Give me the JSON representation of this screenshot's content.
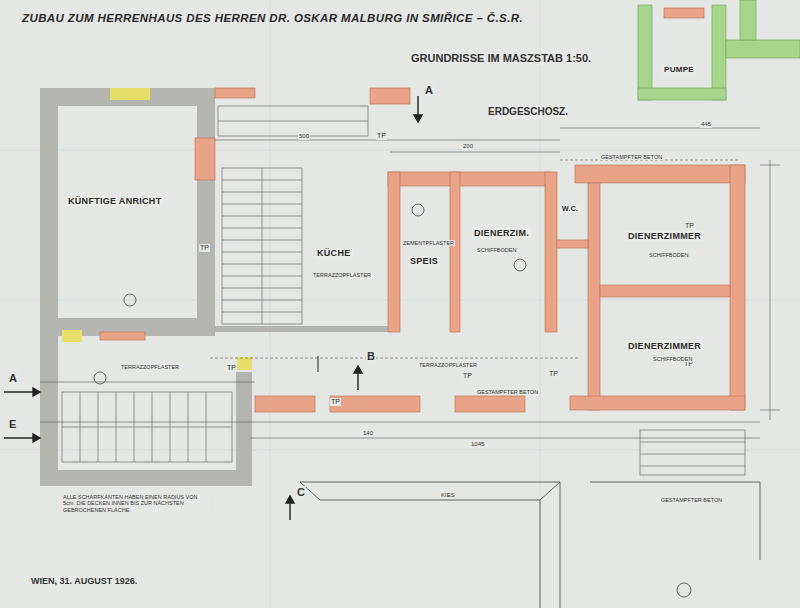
{
  "diagram": {
    "title": "ZUBAU ZUM HERRENHAUS DES HERREN DR. OSKAR MALBURG IN SMIŘICE – Č.S.R.",
    "nodes": [
      {
        "text": [
          "KÜNFTIGE ANRICHT"
        ]
      },
      {
        "text": [
          "KÜCHE"
        ]
      },
      {
        "text": [
          "SPEIS"
        ]
      },
      {
        "text": [
          "DIENERZIM."
        ]
      },
      {
        "text": [
          "W.C."
        ]
      },
      {
        "text": [
          "DIENERZIMMER"
        ]
      },
      {
        "text": [
          "DIENERZIMMER"
        ]
      },
      {
        "text": [
          "PUMPE"
        ]
      }
    ],
    "labels": [
      "GRUNDRISSE IM MASZSTAB 1:50.",
      "ERDGESCHOSZ.",
      "A",
      "A",
      "B",
      "C",
      "E",
      "TP",
      "TP",
      "TP",
      "TP",
      "TP",
      "TP",
      "TP",
      "TP",
      "TERRAZZOPFLASTER",
      "TERRAZZOPFLASTER",
      "TERRAZZOPFLASTER",
      "ZEMENTPFLASTER",
      "SCHIFFBODEN",
      "SCHIFFBODEN",
      "SCHIFFBODEN",
      "GESTAMPFTER BETON",
      "GESTAMPFTER BETON",
      "GESTAMPFTER BETON",
      "KIES",
      "445",
      "200",
      "500",
      "140",
      "1045",
      "WIEN, 31. AUGUST 1926.",
      "ALLE SCHARFKANTEN HABEN EINEN RADIUS VON 5cm. DIE DECKEN INNEN BIS ZUR NÄCHSTEN GEBROCHENEN FLÄCHE."
    ]
  }
}
